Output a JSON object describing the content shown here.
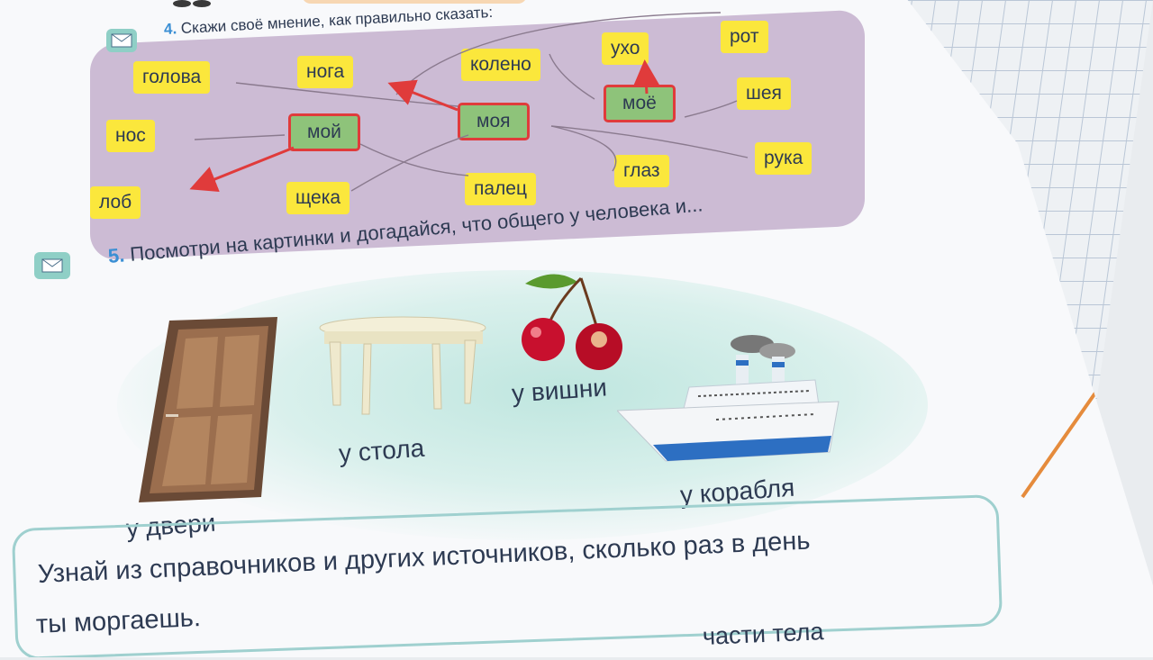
{
  "task4": {
    "number": "4.",
    "text": "Скажи своё мнение, как правильно сказать:"
  },
  "words": {
    "golova": "голова",
    "noga": "нога",
    "koleno": "колено",
    "ukho": "ухо",
    "rot": "рот",
    "nos": "нос",
    "shea": "шея",
    "lob": "лоб",
    "scheka": "щека",
    "palec": "палец",
    "glaz": "глаз",
    "ruka": "рука"
  },
  "hubs": {
    "moy": "мой",
    "moya": "моя",
    "moe": "моё"
  },
  "task5": {
    "number": "5.",
    "text": "Посмотри на картинки и догадайся, что общего у человека и..."
  },
  "captions": {
    "door": "у двери",
    "table": "у стола",
    "cherry": "у вишни",
    "ship": "у корабля"
  },
  "task6": {
    "line1": "Узнай из справочников и других источников, сколько раз в день",
    "line2": "ты моргаешь.",
    "line3": "части тела"
  },
  "colors": {
    "word_bg": "#fbe73c",
    "hub_bg": "#8ec37a",
    "arrow": "#e03b3b",
    "panel": "#ccbbd4",
    "accent": "#3b8fd4"
  },
  "icons": {
    "task_icon": "envelope-icon"
  }
}
